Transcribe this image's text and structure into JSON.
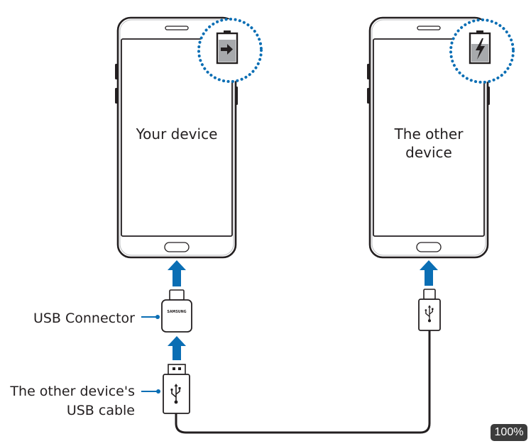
{
  "labels": {
    "your_device": "Your device",
    "other_device_line1": "The other",
    "other_device_line2": "device",
    "usb_connector": "USB Connector",
    "usb_cable_line1": "The other device's",
    "usb_cable_line2": "USB cable",
    "connector_brand": "SAMSUNG"
  },
  "icons": {
    "your_device_status": "battery-transfer-arrow-icon",
    "other_device_status": "battery-charging-bolt-icon",
    "usb_symbol": "usb-icon"
  },
  "colors": {
    "accent": "#0a6eb4",
    "outline": "#231f20",
    "battery_fill": "#a7a9ac"
  },
  "zoom_level": "100%"
}
